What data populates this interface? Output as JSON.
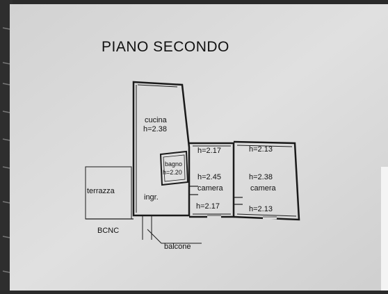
{
  "plan": {
    "title": "PIANO SECONDO",
    "rooms": {
      "cucina": {
        "label": "cucina",
        "height": "h=2.38"
      },
      "bagno": {
        "label": "bagno",
        "height": "h=2.20"
      },
      "ingresso": {
        "label": "ingr."
      },
      "terrazza": {
        "label": "terrazza"
      },
      "camera_1": {
        "label": "camera",
        "height_top": "h=2.17",
        "height_mid": "h=2.45",
        "height_bottom": "h=2.17"
      },
      "camera_2": {
        "label": "camera",
        "height_top": "h=2.13",
        "height_mid": "h=2.38",
        "height_bottom": "h=2.13"
      }
    },
    "annotations": {
      "bcnc": "BCNC",
      "balcone": "balcone"
    }
  },
  "colors": {
    "paper": "#dcdcdc",
    "ink": "#1a1a1a",
    "background": "#2a2a2a"
  }
}
